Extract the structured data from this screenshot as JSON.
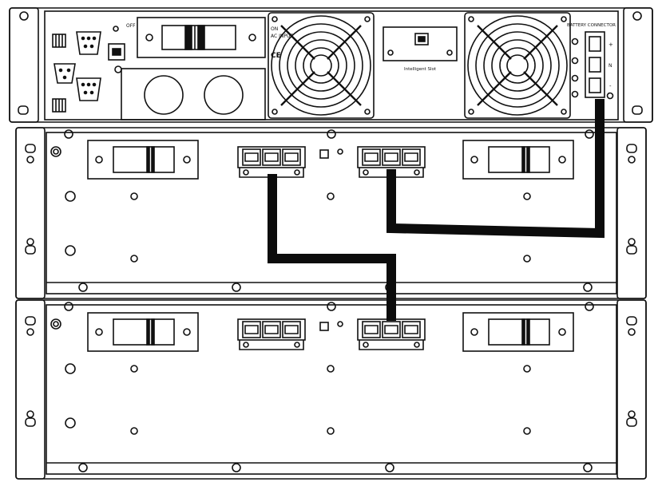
{
  "labels": {
    "switch_label": "OFF",
    "ac_label_1": "ON",
    "ac_label_2": "AC INPUT",
    "ce_mark": "CE",
    "card_label": "Intelligent Slot",
    "battery_label": "BATTERY CONNECTOR",
    "terminal_plus": "+",
    "terminal_mid": "N",
    "terminal_minus": "-"
  },
  "colors": {
    "stroke": "#111111",
    "cable": "#0c0c0c",
    "background": "#ffffff",
    "panel": "#ffffff"
  },
  "icons": {
    "fan": "fan-grille-icon",
    "screw": "screw-icon",
    "serial_port": "db9-port-icon",
    "usb_port": "usb-port-icon",
    "rj_port": "rj-jack-icon",
    "breaker": "breaker-switch-icon",
    "connector": "anderson-connector-icon",
    "earth": "ground-lug-icon"
  }
}
